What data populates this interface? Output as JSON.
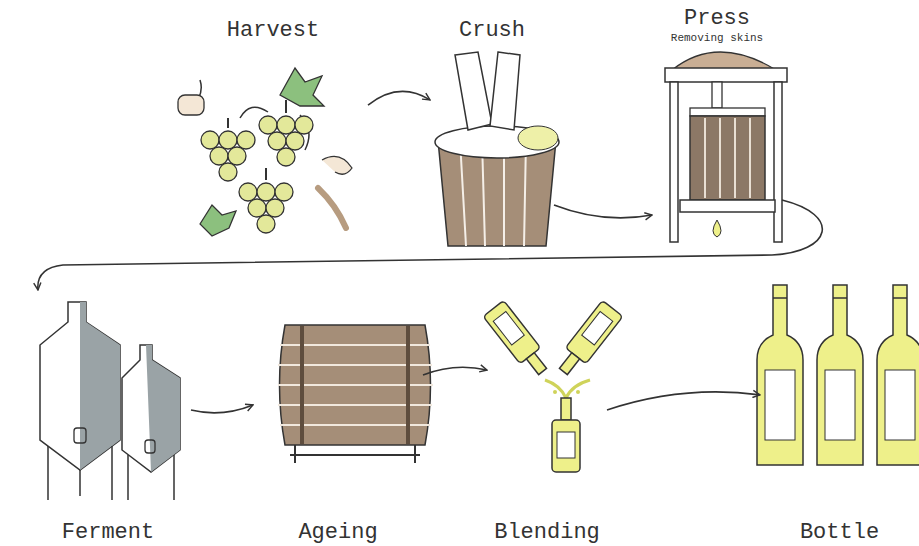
{
  "diagram": {
    "nodes": [
      {
        "text": [
          "Harvest"
        ]
      },
      {
        "text": [
          "Crush"
        ]
      },
      {
        "text": [
          "Press",
          "Removing skins"
        ]
      },
      {
        "text": [
          "Ferment"
        ]
      },
      {
        "text": [
          "Ageing"
        ]
      },
      {
        "text": [
          "Blending"
        ]
      },
      {
        "text": [
          "Bottle"
        ]
      }
    ],
    "edges": [
      {
        "from": 0,
        "to": 1,
        "arrow": "to"
      },
      {
        "from": 1,
        "to": 2,
        "arrow": "to"
      },
      {
        "from": 2,
        "to": 3,
        "arrow": "to"
      },
      {
        "from": 3,
        "to": 4,
        "arrow": "to"
      },
      {
        "from": 4,
        "to": 5,
        "arrow": "to"
      },
      {
        "from": 5,
        "to": 6,
        "arrow": "to"
      }
    ]
  }
}
